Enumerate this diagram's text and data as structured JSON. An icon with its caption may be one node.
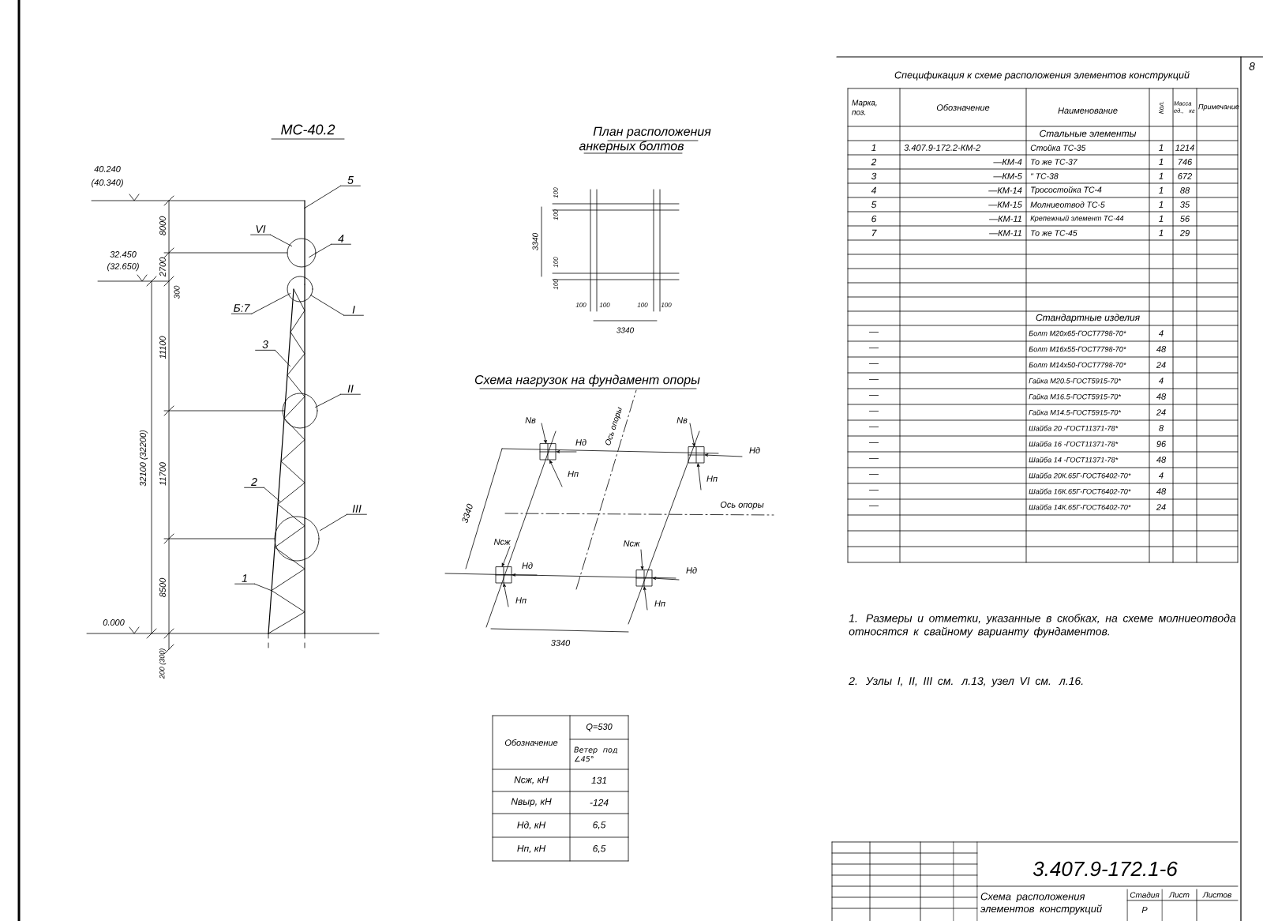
{
  "diagram": {
    "nodes": [
      {
        "text": [
          "5"
        ]
      },
      {
        "text": [
          "VI"
        ]
      },
      {
        "text": [
          "4"
        ]
      },
      {
        "text": [
          "Б:7"
        ]
      },
      {
        "text": [
          "I"
        ]
      },
      {
        "text": [
          "3"
        ]
      },
      {
        "text": [
          "II"
        ]
      },
      {
        "text": [
          "2"
        ]
      },
      {
        "text": [
          "III"
        ]
      },
      {
        "text": [
          "1"
        ]
      },
      {
        "text": [],
        "shape": "picture"
      }
    ],
    "edges": [
      {
        "from": 0,
        "to": 10,
        "arrow": "none"
      },
      {
        "from": 1,
        "to": 10,
        "arrow": "none"
      },
      {
        "from": 2,
        "to": 10,
        "arrow": "none"
      },
      {
        "from": 3,
        "to": 10,
        "arrow": "none"
      },
      {
        "from": 4,
        "to": 10,
        "arrow": "none"
      },
      {
        "from": 5,
        "to": 10,
        "arrow": "none"
      },
      {
        "from": 6,
        "to": 10,
        "arrow": "none"
      },
      {
        "from": 7,
        "to": 10,
        "arrow": "none"
      },
      {
        "from": 8,
        "to": 10,
        "arrow": "none"
      },
      {
        "from": 9,
        "to": 10,
        "arrow": "none"
      }
    ],
    "labels": [
      "МС-40.2",
      "40.240",
      "(40.340)",
      "32.450",
      "(32.650)",
      "8000",
      "2700",
      "300",
      "11100",
      "32100 (32200)",
      "11700",
      "8500",
      "0.000",
      "200 (300)",
      "План расположения",
      "анкерных болтов",
      "100",
      "100",
      "3340",
      "100",
      "100",
      "100",
      "100",
      "100",
      "100",
      "3340",
      "Схема нагрузок на фундамент опоры",
      "Ось опоры",
      "Nв",
      "Nв",
      "Hд",
      "Hд",
      "Hп",
      "Hп",
      "3340",
      "Ось опоры",
      "Nсж",
      "Nсж",
      "Hд",
      "Hд",
      "Hп",
      "Hп",
      "3340",
      "Спецификация к схеме расположения элементов конструкций",
      "Марка, поз.",
      "Обозначение",
      "Наименование",
      "Кол.",
      "Масса ед., кг",
      "Примечание",
      "Стальные элементы",
      "1",
      "3.407.9-172.2-КМ-2",
      "Стойка ТС-35",
      "1",
      "1214",
      "2",
      "—КМ-4",
      "То же ТС-37",
      "1",
      "746",
      "3",
      "—КМ-5",
      "\" ТС-38",
      "1",
      "672",
      "4",
      "—КМ-14",
      "Тросостойка ТС-4",
      "1",
      "88",
      "5",
      "—КМ-15",
      "Молниеотвод ТС-5",
      "1",
      "35",
      "6",
      "—КМ-11",
      "Крепежный элемент ТС-44",
      "1",
      "56",
      "7",
      "—КМ-11",
      "То же ТС-45",
      "1",
      "29",
      "Стандартные изделия",
      "—",
      "Болт М20х65-ГОСТ7798-70*",
      "4",
      "—",
      "Болт М16х55-ГОСТ7798-70*",
      "48",
      "—",
      "Болт М14х50-ГОСТ7798-70*",
      "24",
      "—",
      "Гайка М20.5-ГОСТ5915-70*",
      "4",
      "—",
      "Гайка М16.5-ГОСТ5915-70*",
      "48",
      "—",
      "Гайка М14.5-ГОСТ5915-70*",
      "24",
      "—",
      "Шайба 20 -ГОСТ11371-78*",
      "8",
      "—",
      "Шайба 16 -ГОСТ11371-78*",
      "96",
      "—",
      "Шайба 14 -ГОСТ11371-78*",
      "48",
      "—",
      "Шайба 20К.65Г-ГОСТ6402-70*",
      "4",
      "—",
      "Шайба 16К.65Г-ГОСТ6402-70*",
      "48",
      "—",
      "Шайба 14К.65Г-ГОСТ6402-70*",
      "24",
      "1. Размеры и отметки, указанные в скобках, на схеме молниеотвода относятся к свайному варианту фундаментов.",
      "2. Узлы I, II, III см. л.13, узел VI см. л.16.",
      "Обозначение",
      "Q=530",
      "Ветер под ∠45°",
      "Nсж, кН",
      "131",
      "Nвыр, кН",
      "-124",
      "Hд, кН",
      "6,5",
      "Hп, кН",
      "6,5",
      "3.407.9-172.1-6",
      "Схема расположения элементов конструкций",
      "Стадия",
      "Лист",
      "Листов",
      "Р",
      "8"
    ]
  }
}
